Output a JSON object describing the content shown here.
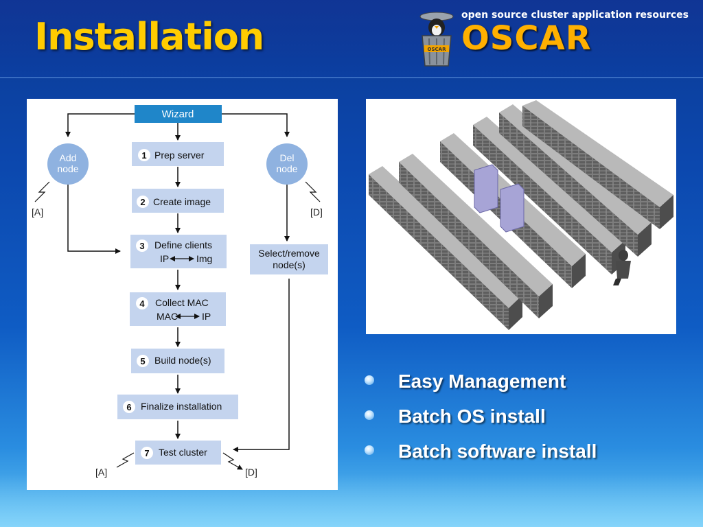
{
  "slide": {
    "title": "Installation",
    "logo": {
      "tagline": "open source cluster application resources",
      "wordmark": "OSCAR",
      "badge": "OSCAR",
      "accent_color": "#ffb000"
    },
    "title_color": "#ffcc00"
  },
  "flowchart": {
    "wizard": "Wizard",
    "steps": [
      {
        "num": "1",
        "line1": "Prep server",
        "line2": ""
      },
      {
        "num": "2",
        "line1": "Create image",
        "line2": ""
      },
      {
        "num": "3",
        "line1": "Define clients",
        "left": "IP",
        "right": "Img"
      },
      {
        "num": "4",
        "line1": "Collect MAC",
        "left": "MAC",
        "right": "IP"
      },
      {
        "num": "5",
        "line1": "Build node(s)",
        "line2": ""
      },
      {
        "num": "6",
        "line1": "Finalize installation",
        "line2": ""
      },
      {
        "num": "7",
        "line1": "Test cluster",
        "line2": ""
      }
    ],
    "add_node": {
      "line1": "Add",
      "line2": "node"
    },
    "del_node": {
      "line1": "Del",
      "line2": "node"
    },
    "select_remove": {
      "line1": "Select/remove",
      "line2": "node(s)"
    },
    "label_a": "[A]",
    "label_d": "[D]",
    "colors": {
      "header": "#1f86c9",
      "box": "#c4d4ee",
      "circle": "#8fb2e0",
      "line": "#111111"
    }
  },
  "bullets": [
    "Easy Management",
    "Batch OS install",
    "Batch software install"
  ]
}
